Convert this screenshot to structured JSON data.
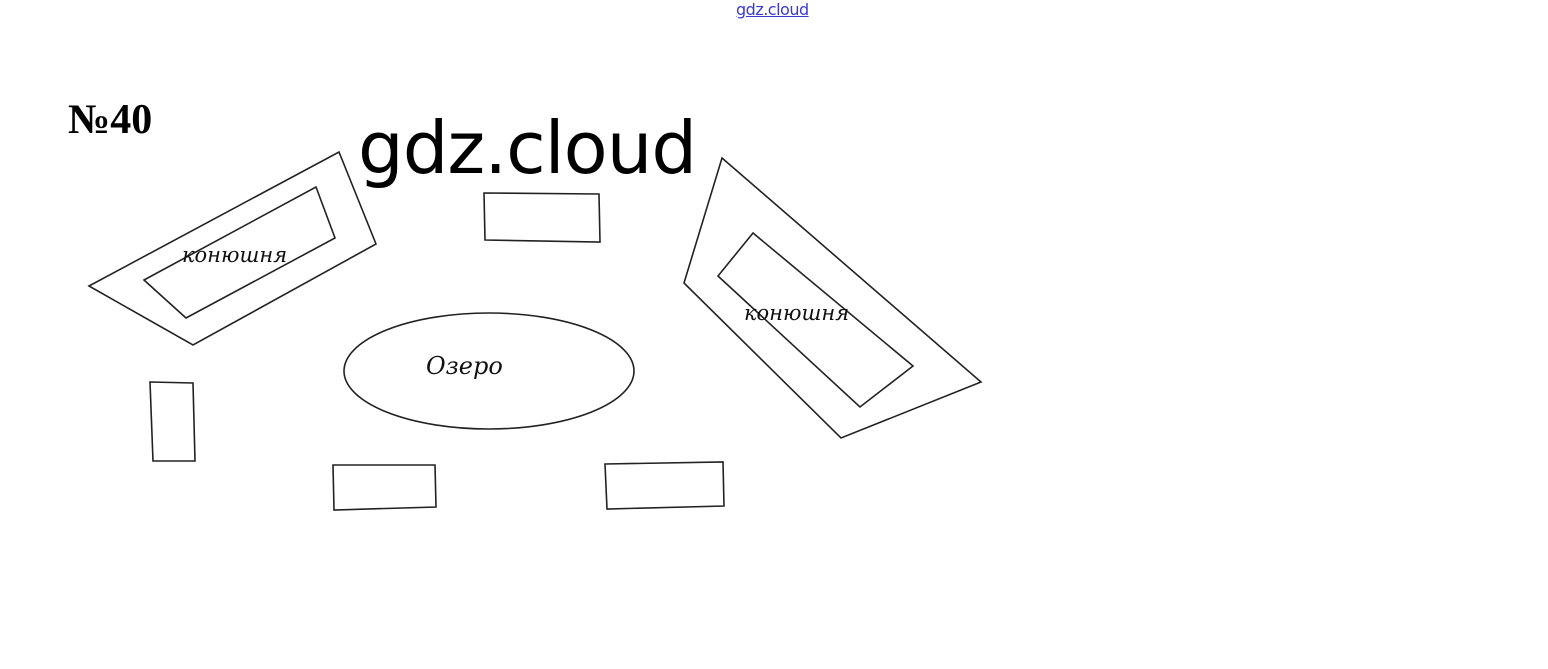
{
  "header": {
    "link_text": "gdz.cloud"
  },
  "problem": {
    "number": "№40"
  },
  "watermark": {
    "text": "gdz.cloud"
  },
  "diagram": {
    "left_stable_label": "конюшня",
    "right_stable_label": "конюшня",
    "lake_label": "Озеро"
  }
}
